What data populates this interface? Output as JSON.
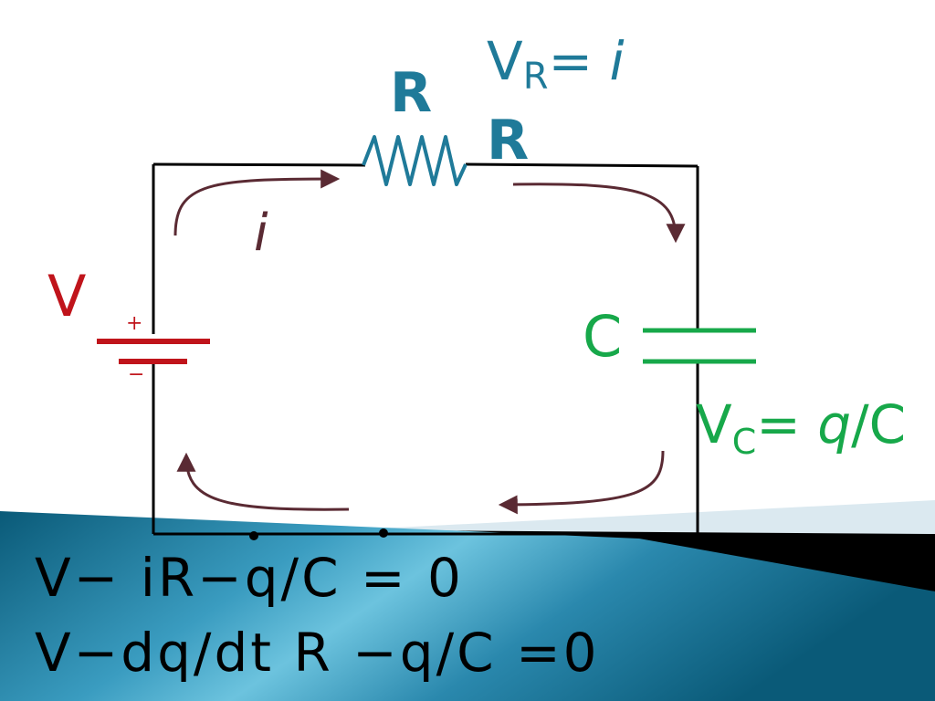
{
  "colors": {
    "resistor": "#1f7a99",
    "source": "#c0141b",
    "capacitor": "#17a84a",
    "current_arrow": "#5a2a33",
    "wire": "#000000",
    "banner_dark": "#0a5a78",
    "banner_light": "#5fb8d6"
  },
  "labels": {
    "resistor": "R",
    "source": "V",
    "source_plus": "+",
    "source_minus": "−",
    "capacitor": "C",
    "current": "i"
  },
  "vr_formula": {
    "v": "V",
    "sub": "R",
    "eq": "=",
    "i": "i",
    "r": "R"
  },
  "vc_formula": {
    "v": "V",
    "sub": "C",
    "eq": "=",
    "q": "q",
    "rest": "/C"
  },
  "equations": [
    "V− iR−q/C = 0",
    "V−dq/dt R −q/C =0"
  ]
}
